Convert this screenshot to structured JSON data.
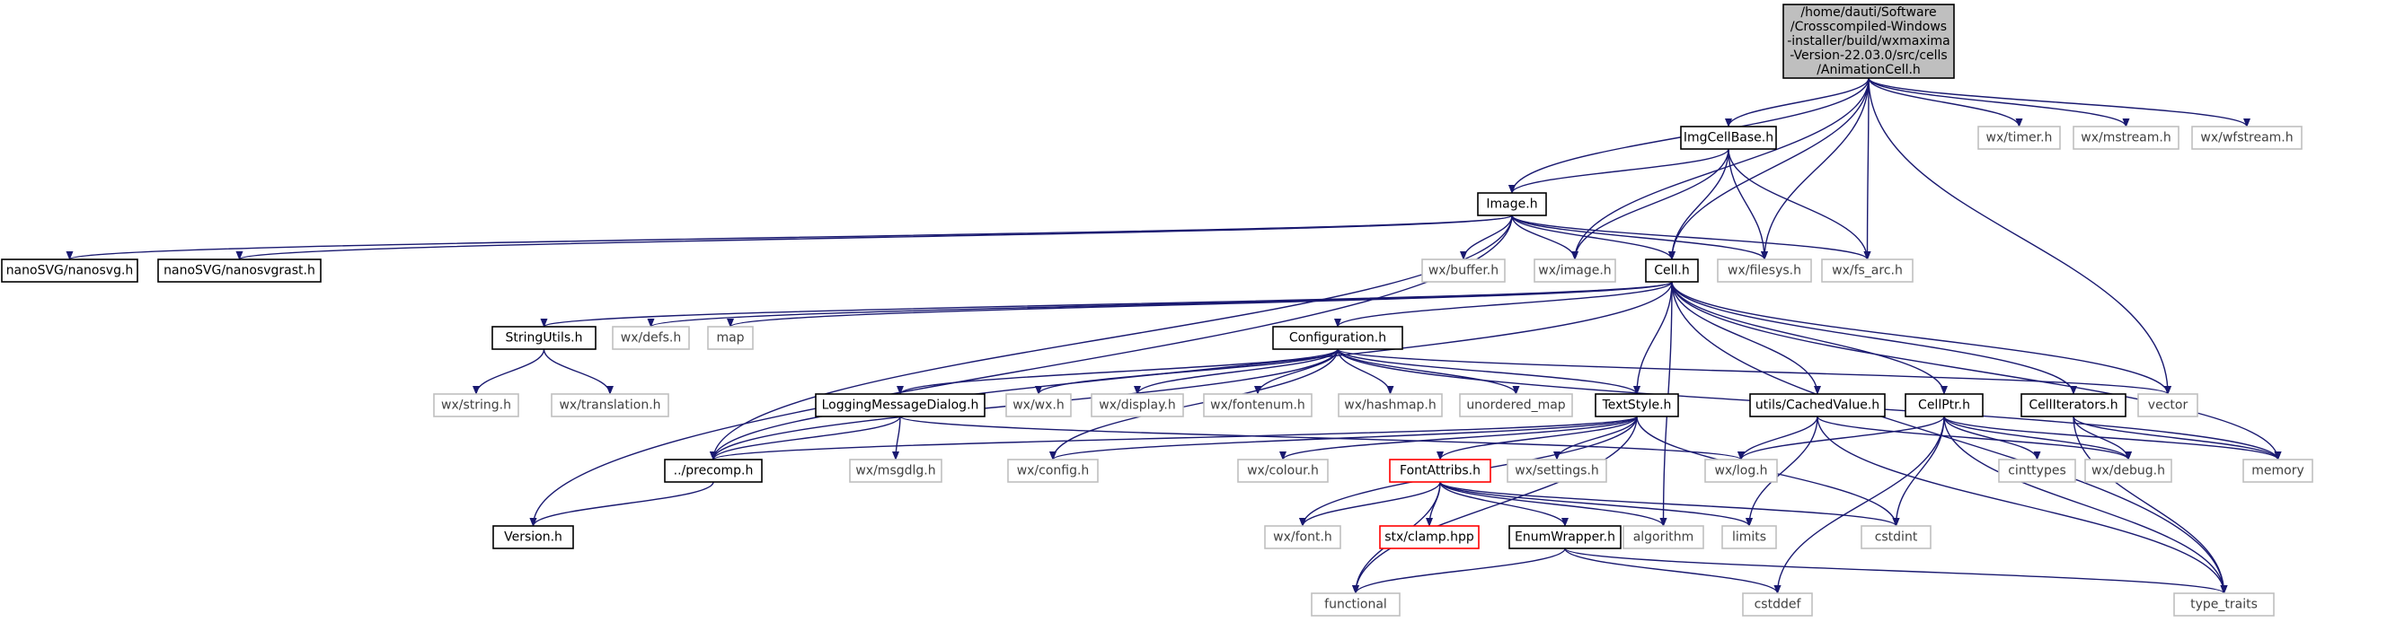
{
  "colors": {
    "edge": "#191970",
    "border_normal": "#000000",
    "border_gray": "#bfbfbf",
    "border_red": "#ff0000",
    "root_fill": "#bfbfbf",
    "text_normal": "#000000",
    "text_gray": "#404040"
  },
  "graph": {
    "nodes": {
      "root": {
        "lines": [
          "/home/dauti/Software",
          "/Crosscompiled-Windows",
          "-installer/build/wxmaxima",
          "-Version-22.03.0/src/cells",
          "/AnimationCell.h"
        ],
        "style": "root"
      },
      "imgcellbase": {
        "lines": [
          "ImgCellBase.h"
        ],
        "style": "normal"
      },
      "wxtimer": {
        "lines": [
          "wx/timer.h"
        ],
        "style": "gray"
      },
      "wxmstream": {
        "lines": [
          "wx/mstream.h"
        ],
        "style": "gray"
      },
      "wxwfstream": {
        "lines": [
          "wx/wfstream.h"
        ],
        "style": "gray"
      },
      "image": {
        "lines": [
          "Image.h"
        ],
        "style": "normal"
      },
      "nanosvg": {
        "lines": [
          "nanoSVG/nanosvg.h"
        ],
        "style": "normal"
      },
      "nanosvgrast": {
        "lines": [
          "nanoSVG/nanosvgrast.h"
        ],
        "style": "normal"
      },
      "wxbuffer": {
        "lines": [
          "wx/buffer.h"
        ],
        "style": "gray"
      },
      "wximage": {
        "lines": [
          "wx/image.h"
        ],
        "style": "gray"
      },
      "cell": {
        "lines": [
          "Cell.h"
        ],
        "style": "normal"
      },
      "wxfilesys": {
        "lines": [
          "wx/filesys.h"
        ],
        "style": "gray"
      },
      "wxfsarc": {
        "lines": [
          "wx/fs_arc.h"
        ],
        "style": "gray"
      },
      "stringutils": {
        "lines": [
          "StringUtils.h"
        ],
        "style": "normal"
      },
      "wxdefs": {
        "lines": [
          "wx/defs.h"
        ],
        "style": "gray"
      },
      "map": {
        "lines": [
          "map"
        ],
        "style": "gray"
      },
      "configuration": {
        "lines": [
          "Configuration.h"
        ],
        "style": "normal"
      },
      "wxstring": {
        "lines": [
          "wx/string.h"
        ],
        "style": "gray"
      },
      "wxtranslation": {
        "lines": [
          "wx/translation.h"
        ],
        "style": "gray"
      },
      "logging": {
        "lines": [
          "LoggingMessageDialog.h"
        ],
        "style": "normal"
      },
      "wxwx": {
        "lines": [
          "wx/wx.h"
        ],
        "style": "gray"
      },
      "wxdisplay": {
        "lines": [
          "wx/display.h"
        ],
        "style": "gray"
      },
      "wxfontenum": {
        "lines": [
          "wx/fontenum.h"
        ],
        "style": "gray"
      },
      "wxhashmap": {
        "lines": [
          "wx/hashmap.h"
        ],
        "style": "gray"
      },
      "unordered_map": {
        "lines": [
          "unordered_map"
        ],
        "style": "gray"
      },
      "textstyle": {
        "lines": [
          "TextStyle.h"
        ],
        "style": "normal"
      },
      "cachedvalue": {
        "lines": [
          "utils/CachedValue.h"
        ],
        "style": "normal"
      },
      "cellptr": {
        "lines": [
          "CellPtr.h"
        ],
        "style": "normal"
      },
      "celliterators": {
        "lines": [
          "CellIterators.h"
        ],
        "style": "normal"
      },
      "vector": {
        "lines": [
          "vector"
        ],
        "style": "gray"
      },
      "precomp": {
        "lines": [
          "../precomp.h"
        ],
        "style": "normal"
      },
      "wxmsgdlg": {
        "lines": [
          "wx/msgdlg.h"
        ],
        "style": "gray"
      },
      "wxconfig": {
        "lines": [
          "wx/config.h"
        ],
        "style": "gray"
      },
      "wxcolour": {
        "lines": [
          "wx/colour.h"
        ],
        "style": "gray"
      },
      "fontattribs": {
        "lines": [
          "FontAttribs.h"
        ],
        "style": "red"
      },
      "wxsettings": {
        "lines": [
          "wx/settings.h"
        ],
        "style": "gray"
      },
      "wxlog": {
        "lines": [
          "wx/log.h"
        ],
        "style": "gray"
      },
      "cinttypes": {
        "lines": [
          "cinttypes"
        ],
        "style": "gray"
      },
      "wxdebug": {
        "lines": [
          "wx/debug.h"
        ],
        "style": "gray"
      },
      "memory": {
        "lines": [
          "memory"
        ],
        "style": "gray"
      },
      "version": {
        "lines": [
          "Version.h"
        ],
        "style": "normal"
      },
      "wxfont": {
        "lines": [
          "wx/font.h"
        ],
        "style": "gray"
      },
      "stxclamp": {
        "lines": [
          "stx/clamp.hpp"
        ],
        "style": "red"
      },
      "algorithm": {
        "lines": [
          "algorithm"
        ],
        "style": "gray"
      },
      "limits": {
        "lines": [
          "limits"
        ],
        "style": "gray"
      },
      "cstdint": {
        "lines": [
          "cstdint"
        ],
        "style": "gray"
      },
      "enumwrapper": {
        "lines": [
          "EnumWrapper.h"
        ],
        "style": "normal"
      },
      "functional": {
        "lines": [
          "functional"
        ],
        "style": "gray"
      },
      "cstddef": {
        "lines": [
          "cstddef"
        ],
        "style": "gray"
      },
      "type_traits": {
        "lines": [
          "type_traits"
        ],
        "style": "gray"
      }
    },
    "edges": [
      [
        "root",
        "imgcellbase"
      ],
      [
        "root",
        "wxtimer"
      ],
      [
        "root",
        "wxmstream"
      ],
      [
        "root",
        "wxwfstream"
      ],
      [
        "root",
        "image"
      ],
      [
        "root",
        "wximage"
      ],
      [
        "root",
        "cell"
      ],
      [
        "root",
        "wxfilesys"
      ],
      [
        "root",
        "wxfsarc"
      ],
      [
        "root",
        "vector"
      ],
      [
        "imgcellbase",
        "image"
      ],
      [
        "imgcellbase",
        "wximage"
      ],
      [
        "imgcellbase",
        "cell"
      ],
      [
        "imgcellbase",
        "wxfilesys"
      ],
      [
        "imgcellbase",
        "wxfsarc"
      ],
      [
        "image",
        "nanosvg"
      ],
      [
        "image",
        "nanosvgrast"
      ],
      [
        "image",
        "version"
      ],
      [
        "image",
        "precomp"
      ],
      [
        "image",
        "wxbuffer"
      ],
      [
        "image",
        "wximage"
      ],
      [
        "image",
        "cell"
      ],
      [
        "image",
        "wxfilesys"
      ],
      [
        "image",
        "wxfsarc"
      ],
      [
        "cell",
        "stringutils"
      ],
      [
        "cell",
        "wxdefs"
      ],
      [
        "cell",
        "map"
      ],
      [
        "cell",
        "precomp"
      ],
      [
        "cell",
        "configuration"
      ],
      [
        "cell",
        "textstyle"
      ],
      [
        "cell",
        "algorithm"
      ],
      [
        "cell",
        "cachedvalue"
      ],
      [
        "cell",
        "cellptr"
      ],
      [
        "cell",
        "celliterators"
      ],
      [
        "cell",
        "vector"
      ],
      [
        "cell",
        "memory"
      ],
      [
        "cell",
        "type_traits"
      ],
      [
        "stringutils",
        "wxstring"
      ],
      [
        "stringutils",
        "wxtranslation"
      ],
      [
        "configuration",
        "logging"
      ],
      [
        "configuration",
        "precomp"
      ],
      [
        "configuration",
        "wxwx"
      ],
      [
        "configuration",
        "wxdisplay"
      ],
      [
        "configuration",
        "wxfontenum"
      ],
      [
        "configuration",
        "wxhashmap"
      ],
      [
        "configuration",
        "unordered_map"
      ],
      [
        "configuration",
        "textstyle"
      ],
      [
        "configuration",
        "wxconfig"
      ],
      [
        "configuration",
        "vector"
      ],
      [
        "configuration",
        "memory"
      ],
      [
        "logging",
        "precomp"
      ],
      [
        "logging",
        "wxmsgdlg"
      ],
      [
        "logging",
        "wxlog"
      ],
      [
        "textstyle",
        "precomp"
      ],
      [
        "textstyle",
        "wxconfig"
      ],
      [
        "textstyle",
        "wxcolour"
      ],
      [
        "textstyle",
        "fontattribs"
      ],
      [
        "textstyle",
        "wxsettings"
      ],
      [
        "textstyle",
        "wxfont"
      ],
      [
        "textstyle",
        "functional"
      ],
      [
        "textstyle",
        "cstdint"
      ],
      [
        "fontattribs",
        "wxfont"
      ],
      [
        "fontattribs",
        "stxclamp"
      ],
      [
        "fontattribs",
        "algorithm"
      ],
      [
        "fontattribs",
        "limits"
      ],
      [
        "fontattribs",
        "cstdint"
      ],
      [
        "fontattribs",
        "enumwrapper"
      ],
      [
        "fontattribs",
        "functional"
      ],
      [
        "enumwrapper",
        "functional"
      ],
      [
        "enumwrapper",
        "cstddef"
      ],
      [
        "enumwrapper",
        "type_traits"
      ],
      [
        "cachedvalue",
        "wxlog"
      ],
      [
        "cachedvalue",
        "wxdebug"
      ],
      [
        "cachedvalue",
        "limits"
      ],
      [
        "cachedvalue",
        "type_traits"
      ],
      [
        "cellptr",
        "wxlog"
      ],
      [
        "cellptr",
        "cinttypes"
      ],
      [
        "cellptr",
        "wxdebug"
      ],
      [
        "cellptr",
        "memory"
      ],
      [
        "cellptr",
        "cstdint"
      ],
      [
        "cellptr",
        "cstddef"
      ],
      [
        "cellptr",
        "type_traits"
      ],
      [
        "celliterators",
        "wxdebug"
      ],
      [
        "celliterators",
        "memory"
      ],
      [
        "celliterators",
        "type_traits"
      ],
      [
        "precomp",
        "version"
      ]
    ]
  }
}
